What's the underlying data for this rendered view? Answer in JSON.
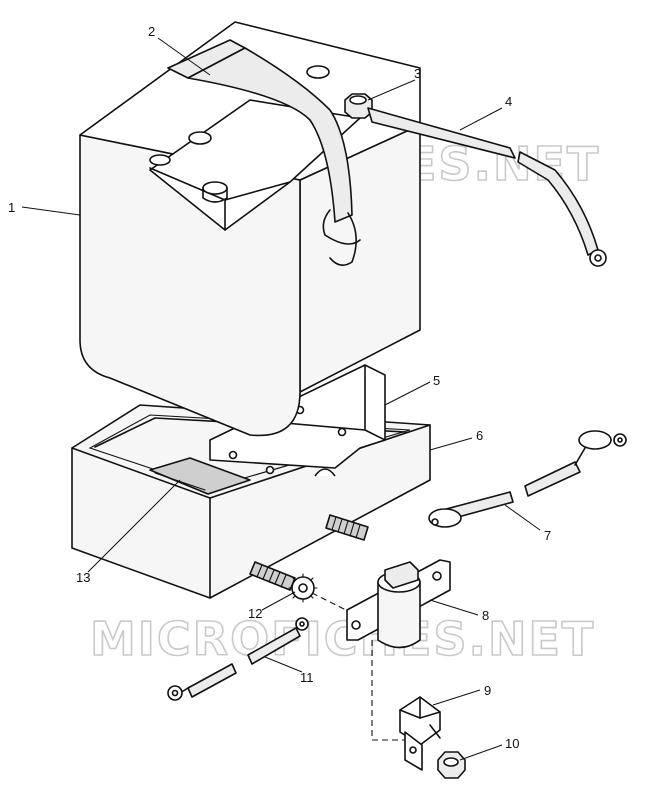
{
  "watermark": {
    "top": "MICROFICHES.NET",
    "bottom": "MICROFICHES.NET"
  },
  "callouts": {
    "c1": "1",
    "c2": "2",
    "c3": "3",
    "c4": "4",
    "c5": "5",
    "c6": "6",
    "c7": "7",
    "c8": "8",
    "c9": "9",
    "c10": "10",
    "c11": "11",
    "c12": "12",
    "c13": "13"
  }
}
